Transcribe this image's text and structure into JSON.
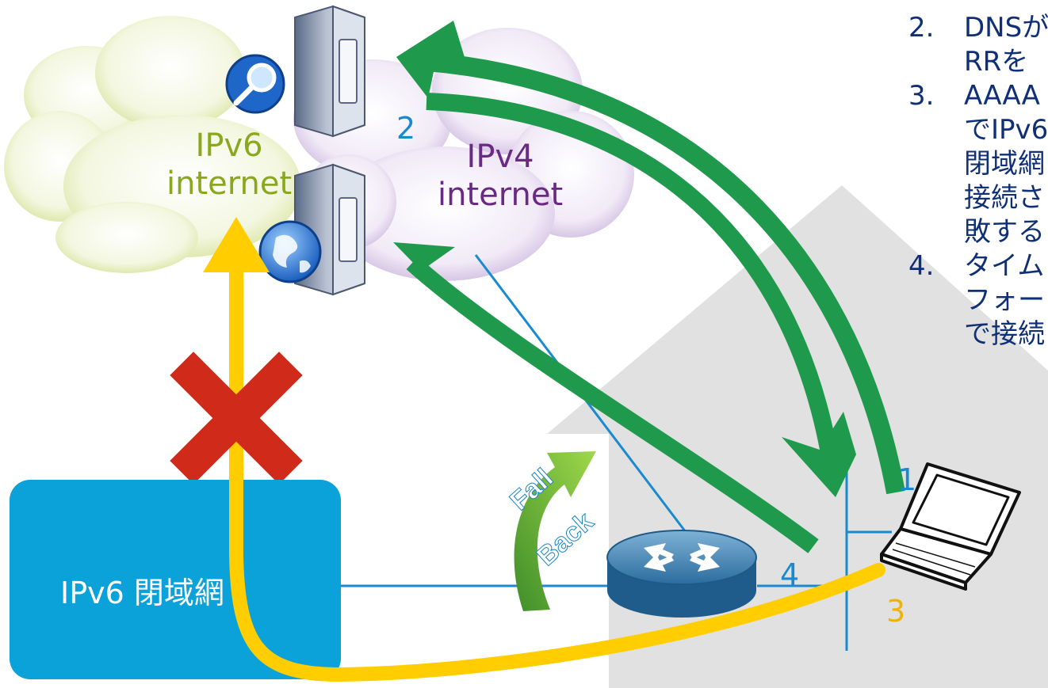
{
  "clouds": {
    "ipv6": {
      "label_line1": "IPv6",
      "label_line2": "internet",
      "color": "#8aa81e"
    },
    "ipv4": {
      "label_line1": "IPv4",
      "label_line2": "internet",
      "color": "#6a2a84"
    }
  },
  "closed_network": {
    "label": "IPv6 閉域網"
  },
  "fallback": {
    "line1": "Fall",
    "line2": "Back"
  },
  "markers": {
    "dns": "2",
    "client": "1",
    "fallback_path": "4",
    "v6_attempt": "3"
  },
  "steps": [
    {
      "num": "2.",
      "text": "DNSが\nRRを"
    },
    {
      "num": "3.",
      "text": "AAAA\nでIPv6\n閉域網\n接続さ\n敗する"
    },
    {
      "num": "4.",
      "text": "タイム\nフォー\nで接続"
    }
  ],
  "colors": {
    "green_arrow": "#1f9a4d",
    "yellow_path": "#ffcd00",
    "blue_line": "#1a8ad0",
    "red_x": "#d02a1a",
    "house": "#e1e1e1",
    "closed_net_fill": "#0aa2d8",
    "step_text": "#0f2f76",
    "number_blue": "#1a8ad0",
    "number_yellow": "#f0b400"
  },
  "icons": [
    "dns-server-icon",
    "web-server-icon",
    "router-icon",
    "laptop-icon",
    "fallback-arrow-icon",
    "blocked-x-icon"
  ]
}
